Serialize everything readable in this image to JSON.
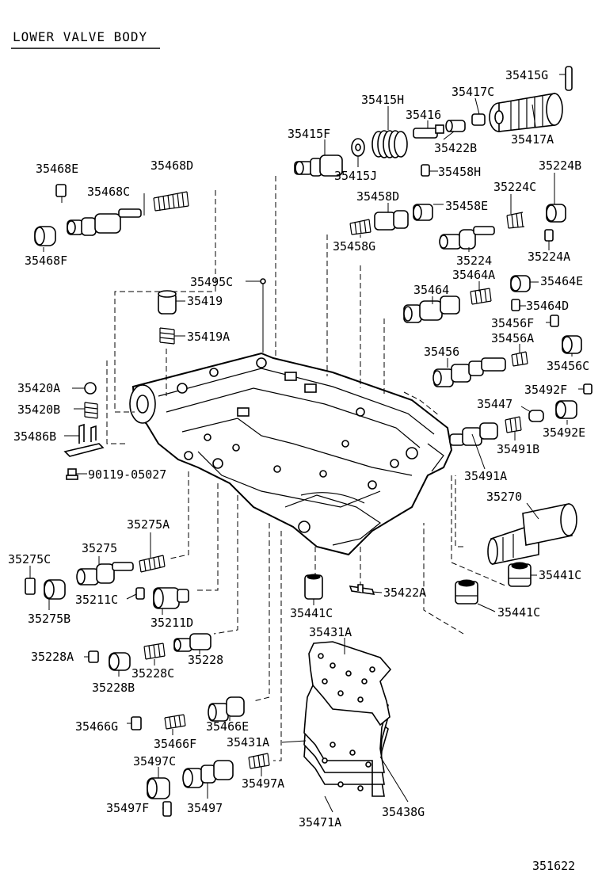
{
  "title": "LOWER VALVE BODY",
  "figure_number": "351622",
  "labels": {
    "p35415G": "35415G",
    "p35415H": "35415H",
    "p35417C": "35417C",
    "p35416": "35416",
    "p35415F": "35415F",
    "p35422B": "35422B",
    "p35417A": "35417A",
    "p35415J": "35415J",
    "p35468E": "35468E",
    "p35468D": "35468D",
    "p35458H": "35458H",
    "p35224B": "35224B",
    "p35468C": "35468C",
    "p35458D": "35458D",
    "p35224C": "35224C",
    "p35458E": "35458E",
    "p35468F": "35468F",
    "p35458G": "35458G",
    "p35224": "35224",
    "p35224A": "35224A",
    "p35495C": "35495C",
    "p35464A": "35464A",
    "p35464": "35464",
    "p35464E": "35464E",
    "p35419": "35419",
    "p35464D": "35464D",
    "p35456F": "35456F",
    "p35419A": "35419A",
    "p35456A": "35456A",
    "p35456": "35456",
    "p35456C": "35456C",
    "p35420A": "35420A",
    "p35492F": "35492F",
    "p35447": "35447",
    "p35420B": "35420B",
    "p35492E": "35492E",
    "p35486B": "35486B",
    "p35491B": "35491B",
    "p90119": "90119-05027",
    "p35491A": "35491A",
    "p35270": "35270",
    "p35275A": "35275A",
    "p35275C": "35275C",
    "p35275": "35275",
    "p35441C_1": "35441C",
    "p35211C": "35211C",
    "p35422A": "35422A",
    "p35275B": "35275B",
    "p35211D": "35211D",
    "p35441C_2": "35441C",
    "p35441C_3": "35441C",
    "p35431A_1": "35431A",
    "p35228A": "35228A",
    "p35228": "35228",
    "p35228C": "35228C",
    "p35228B": "35228B",
    "p35466G": "35466G",
    "p35466E": "35466E",
    "p35431A_2": "35431A",
    "p35466F": "35466F",
    "p35497C": "35497C",
    "p35497A": "35497A",
    "p35497F": "35497F",
    "p35497": "35497",
    "p35471A": "35471A",
    "p35438G": "35438G"
  }
}
